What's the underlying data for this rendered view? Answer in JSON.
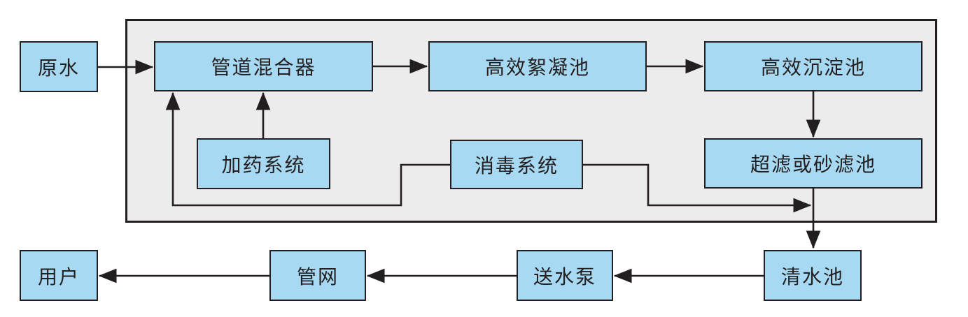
{
  "diagram": {
    "title": "water-treatment-process-flowchart",
    "colors": {
      "node_fill": "#a8d9f2",
      "node_border": "#231f20",
      "boundary_fill": "#ececec",
      "boundary_border": "#231f20",
      "line": "#231f20",
      "background": "#ffffff"
    },
    "nodes": [
      {
        "id": "raw-water",
        "label": "原水"
      },
      {
        "id": "pipeline-mixer",
        "label": "管道混合器"
      },
      {
        "id": "flocculation-tank",
        "label": "高效絮凝池"
      },
      {
        "id": "sedimentation-tank",
        "label": "高效沉淀池"
      },
      {
        "id": "dosing-system",
        "label": "加药系统"
      },
      {
        "id": "disinfection-system",
        "label": "消毒系统"
      },
      {
        "id": "filter-tank",
        "label": "超滤或砂滤池"
      },
      {
        "id": "clear-water-tank",
        "label": "清水池"
      },
      {
        "id": "water-supply-pump",
        "label": "送水泵"
      },
      {
        "id": "pipe-network",
        "label": "管网"
      },
      {
        "id": "users",
        "label": "用户"
      }
    ],
    "edges": [
      {
        "from": "raw-water",
        "to": "pipeline-mixer"
      },
      {
        "from": "pipeline-mixer",
        "to": "flocculation-tank"
      },
      {
        "from": "flocculation-tank",
        "to": "sedimentation-tank"
      },
      {
        "from": "sedimentation-tank",
        "to": "filter-tank"
      },
      {
        "from": "dosing-system",
        "to": "pipeline-mixer"
      },
      {
        "from": "disinfection-system",
        "to": "pipeline-mixer"
      },
      {
        "from": "disinfection-system",
        "to": "filter-tank-outlet-line"
      },
      {
        "from": "filter-tank",
        "to": "clear-water-tank"
      },
      {
        "from": "clear-water-tank",
        "to": "water-supply-pump"
      },
      {
        "from": "water-supply-pump",
        "to": "pipe-network"
      },
      {
        "from": "pipe-network",
        "to": "users"
      }
    ]
  }
}
